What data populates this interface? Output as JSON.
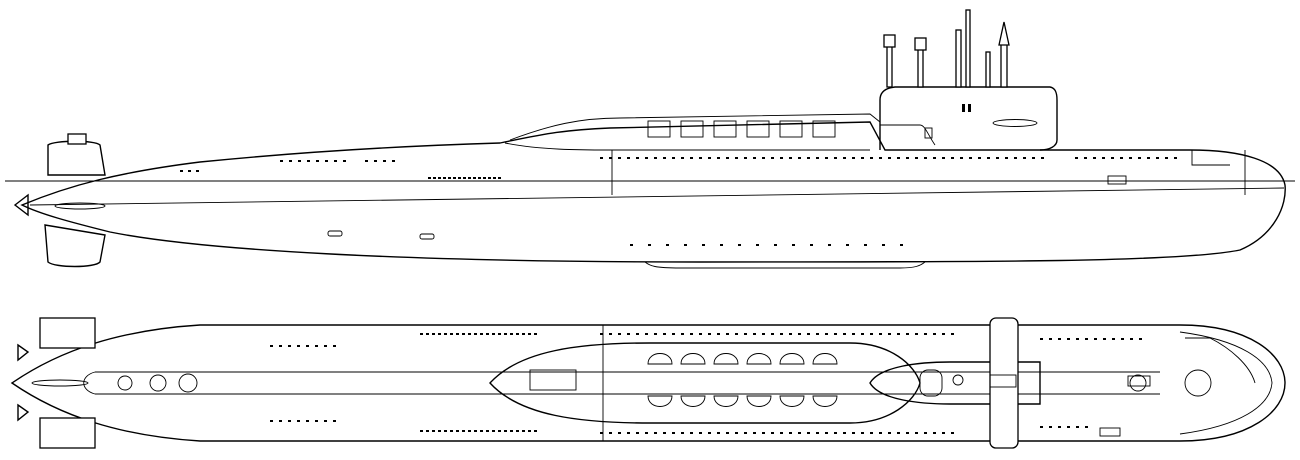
{
  "colors": {
    "line": "#000000",
    "background": "#ffffff"
  },
  "drawing": {
    "views": [
      "side-elevation",
      "top-plan"
    ],
    "missile_hatch_pairs": 6
  }
}
